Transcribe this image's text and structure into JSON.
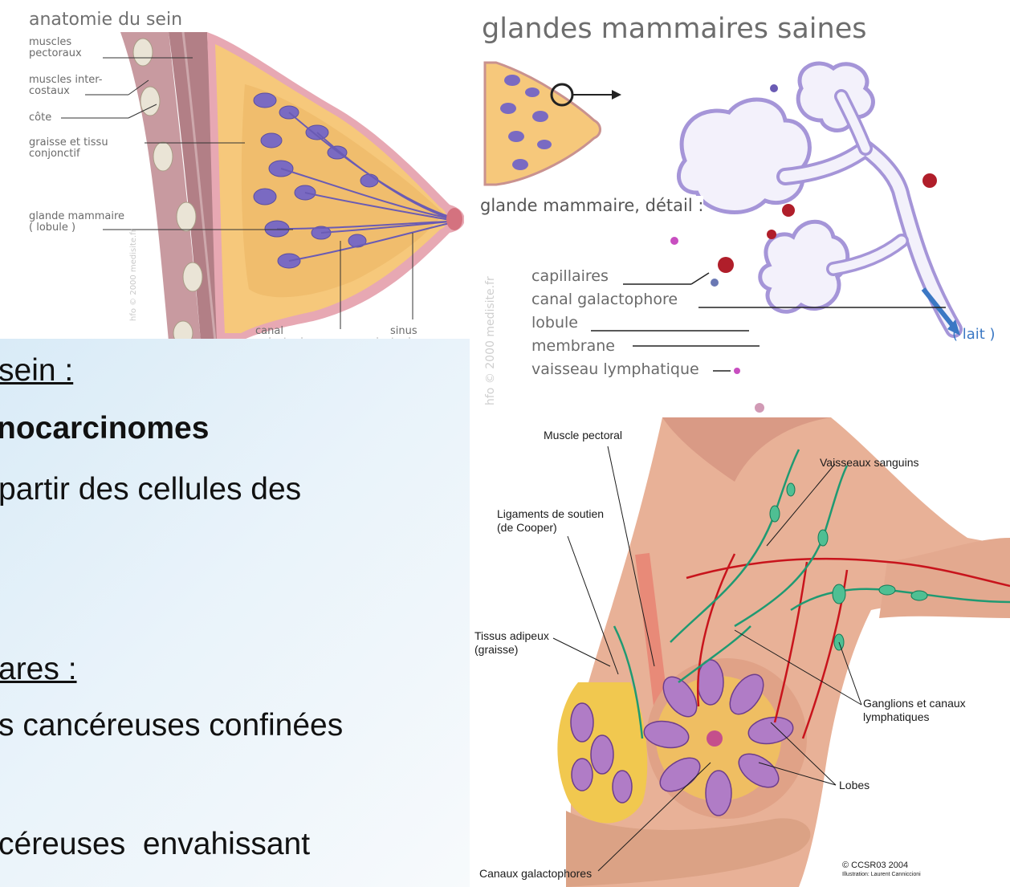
{
  "anatomy": {
    "title": "anatomie du sein",
    "labels": {
      "pectoral": "muscles\npectoraux",
      "intercostal": "muscles inter-\ncostaux",
      "rib": "côte",
      "fat": "graisse et tissu\nconjonctif",
      "gland": "glande mammaire\n( lobule )",
      "canal": "canal",
      "canal_sub": "galactophore",
      "sinus": "sinus",
      "sinus_sub": "galactophore",
      "copyright": "hfo © 2000 medisite.fr"
    }
  },
  "glands": {
    "title": "glandes mammaires saines",
    "subtitle": "glande mammaire, détail :",
    "labels": [
      "capillaires",
      "canal galactophore",
      "lobule",
      "membrane",
      "vaisseau lymphatique"
    ],
    "milk": "( lait )",
    "copyright": "hfo © 2000 medisite.fr"
  },
  "slide": {
    "line1": "sein :",
    "line2": "nocarcinomes",
    "line3": "partir des cellules des",
    "line4": "ares :",
    "line5": "s cancéreuses confinées",
    "line6": "céreuses  envahissant"
  },
  "illustration": {
    "labels": {
      "muscle": "Muscle pectoral",
      "vessels": "Vaisseaux sanguins",
      "ligaments": "Ligaments de soutien\n(de Cooper)",
      "adipose": "Tissus adipeux\n(graisse)",
      "ganglions": "Ganglions et canaux\nlymphatiques",
      "lobes": "Lobes",
      "canaux": "Canaux galactophores",
      "copyright": "© CCSR03 2004",
      "credit": "Illustration: Laurent Cannicci​oni"
    }
  },
  "colors": {
    "muscle": "#b9868c",
    "fat": "#f6c87b",
    "gland": "#7a6ac2",
    "lobule": "#c7b8ef",
    "vessel": "#c8141c",
    "lymph": "#1f9a72",
    "skin": "#e8b197",
    "slide_bg": "#e3eff8"
  }
}
